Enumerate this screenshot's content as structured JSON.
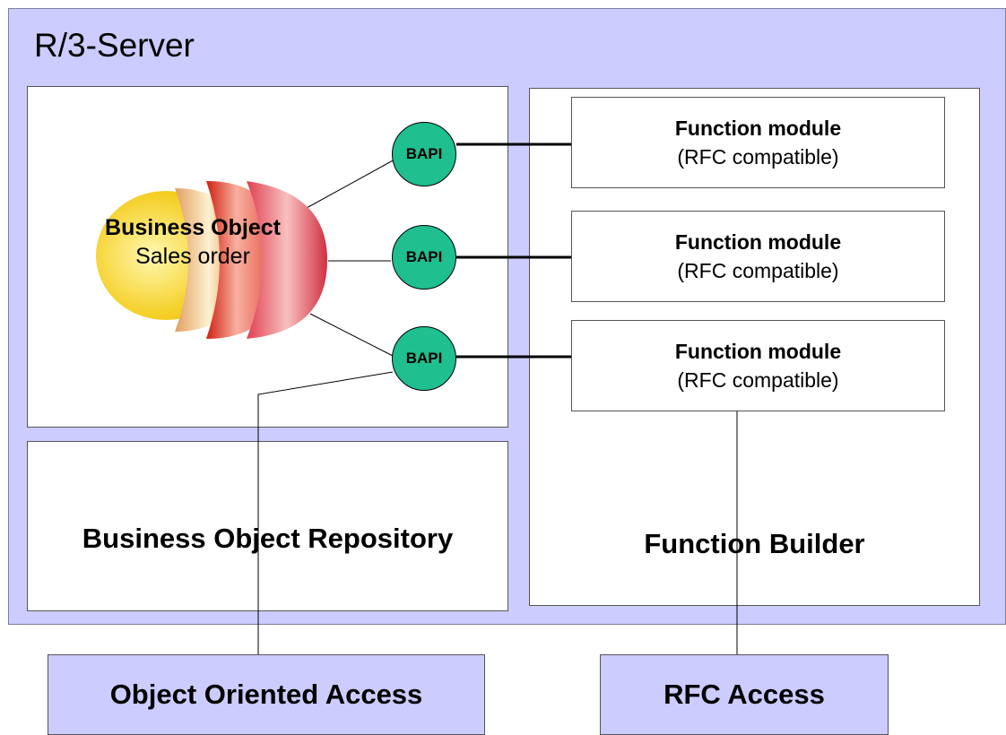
{
  "server": {
    "title": "R/3-Server"
  },
  "business_object": {
    "title": "Business Object",
    "subtitle": "Sales order"
  },
  "bapis": [
    {
      "label": "BAPI"
    },
    {
      "label": "BAPI"
    },
    {
      "label": "BAPI"
    }
  ],
  "function_modules": [
    {
      "title": "Function module",
      "subtitle": "(RFC compatible)"
    },
    {
      "title": "Function module",
      "subtitle": "(RFC compatible)"
    },
    {
      "title": "Function module",
      "subtitle": "(RFC compatible)"
    }
  ],
  "repository": {
    "label": "Business Object Repository"
  },
  "function_builder": {
    "label": "Function Builder"
  },
  "access": {
    "object_oriented": "Object Oriented Access",
    "rfc": "RFC Access"
  },
  "colors": {
    "server_bg": "#ccccff",
    "bapi": "#1fbf8f",
    "access_bg": "#ccccff"
  }
}
